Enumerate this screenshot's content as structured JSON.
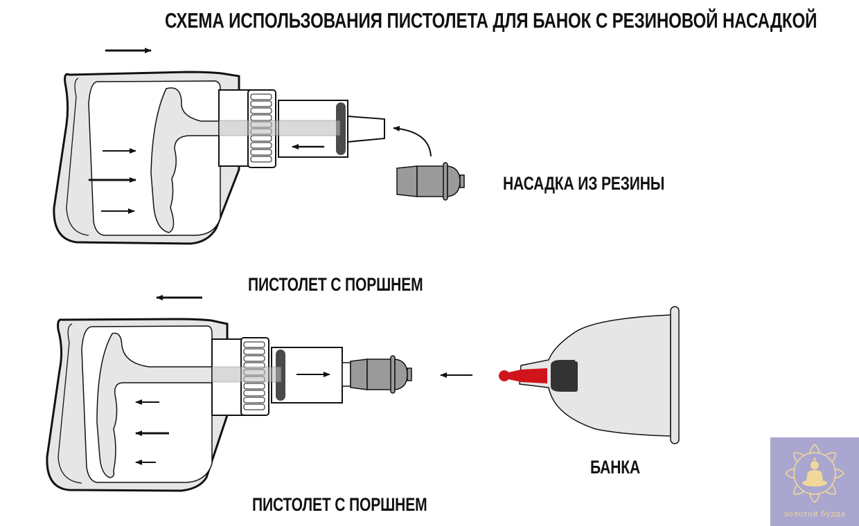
{
  "title": "СХЕМА ИСПОЛЬЗОВАНИЯ ПИСТОЛЕТА ДЛЯ БАНОК С РЕЗИНОВОЙ НАСАДКОЙ",
  "labels": {
    "nozzle": "НАСАДКА ИЗ РЕЗИНЫ",
    "gun_top": "ПИСТОЛЕТ С ПОРШНЕМ",
    "gun_bottom": "ПИСТОЛЕТ С ПОРШНЕМ",
    "cup": "БАНКА"
  },
  "diagram": {
    "steps": [
      {
        "name": "step-1",
        "gun_direction": "right",
        "piston_arrow": "left",
        "nozzle_attach": "curved-arrow-to-tip"
      },
      {
        "name": "step-2",
        "gun_direction": "left",
        "piston_arrow": "right",
        "cup_direction": "left"
      }
    ],
    "colors": {
      "outline": "#111111",
      "fill_light": "#e6e6e6",
      "rubber_gray": "#9a9a9a",
      "seal_dark": "#4a4a4a",
      "valve_red": "#d0141c",
      "valve_black": "#333333",
      "logo_bg": "#a9a6cf",
      "logo_gold": "#f1d79a"
    }
  },
  "logo": {
    "icon": "buddha-lotus-icon",
    "text": "золотой будда"
  }
}
